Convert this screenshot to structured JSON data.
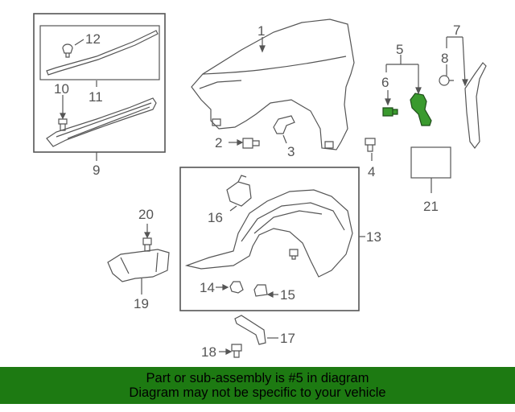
{
  "diagram": {
    "callouts": {
      "c1": "1",
      "c2": "2",
      "c3": "3",
      "c4": "4",
      "c5": "5",
      "c6": "6",
      "c7": "7",
      "c8": "8",
      "c9": "9",
      "c10": "10",
      "c11": "11",
      "c12": "12",
      "c13": "13",
      "c14": "14",
      "c15": "15",
      "c16": "16",
      "c17": "17",
      "c18": "18",
      "c19": "19",
      "c20": "20",
      "c21": "21"
    },
    "highlight_color": "#3a9a2e",
    "line_color": "#555555"
  },
  "banner": {
    "line1": "Part or sub-assembly is #5 in diagram",
    "line2": "Diagram may not be specific to your vehicle",
    "background": "#1d7a12"
  }
}
